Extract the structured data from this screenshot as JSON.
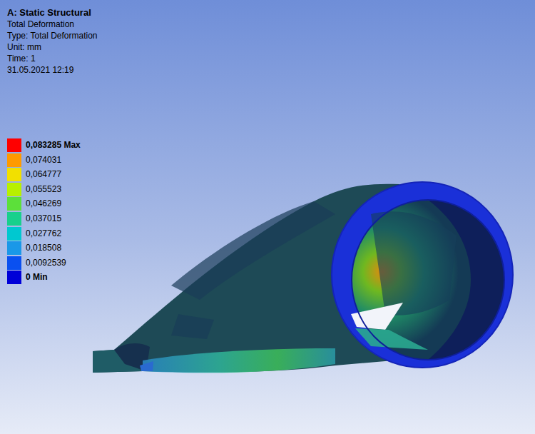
{
  "diagram": {
    "title": "A: Static Structural",
    "labels": [
      "Total Deformation",
      "Type: Total Deformation",
      "Unit: mm",
      "Time: 1",
      "31.05.2021 12:19"
    ],
    "legend": [
      {
        "text": "0,083285 Max",
        "color": "#ff0000"
      },
      {
        "text": "0,074031",
        "color": "#ff9a00"
      },
      {
        "text": "0,064777",
        "color": "#f2e000"
      },
      {
        "text": "0,055523",
        "color": "#b8f000"
      },
      {
        "text": "0,046269",
        "color": "#5ce03a"
      },
      {
        "text": "0,037015",
        "color": "#18d08c"
      },
      {
        "text": "0,027762",
        "color": "#00c8d0"
      },
      {
        "text": "0,018508",
        "color": "#1a98e8"
      },
      {
        "text": "0,0092539",
        "color": "#0a50f0"
      },
      {
        "text": "0 Min",
        "color": "#0000d8"
      }
    ]
  }
}
